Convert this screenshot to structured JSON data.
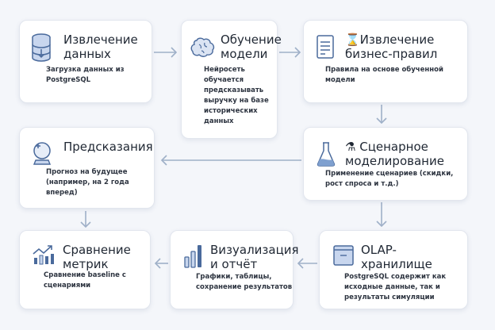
{
  "steps": [
    {
      "title": "Извлечение\nданных",
      "desc": "Загрузка данных из\nPostgreSQL",
      "icon": "database-icon"
    },
    {
      "title": "Обучение\nмодели",
      "desc": "Нейросеть\nобучается\nпредсказывать\nвыручку на базе\nисторических\nданных",
      "icon": "brain-icon"
    },
    {
      "title": "⌛Извлечение\nбизнес-правил",
      "desc": "Правила на основе обученной\nмодели",
      "icon": "document-icon"
    },
    {
      "title": "Предсказания",
      "desc": "Прогноз на будущее\n(например, на 2 года вперед)",
      "icon": "crystal-ball-icon"
    },
    {
      "title": "⚗ Сценарное\nмоделирование",
      "desc": "Применение сценариев (скидки,\nрост спроса и т.д.)",
      "icon": "flask-icon"
    },
    {
      "title": "Сравнение\nметрик",
      "desc": "Сравнение baseline с\nсценариями",
      "icon": "trend-chart-icon"
    },
    {
      "title": "Визуализация\nи отчёт",
      "desc": "Графики, таблицы,\nсохранение результатов",
      "icon": "bar-chart-icon"
    },
    {
      "title": "OLAP-хранилище",
      "desc": "PostgreSQL содержит как\nисходные данные, так и\nрезультаты симуляции",
      "icon": "storage-icon"
    }
  ],
  "colors": {
    "arrow": "#9fb0c8",
    "icon": "#4a6a9c",
    "iconFill": "#c8d6ee"
  }
}
